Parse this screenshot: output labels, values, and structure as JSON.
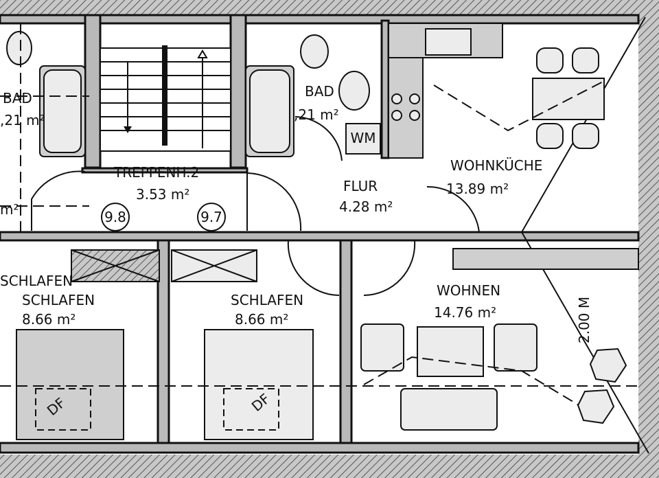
{
  "rooms": {
    "bad_left": {
      "name": "BAD",
      "area": ",21 m²"
    },
    "bad_right": {
      "name": "BAD",
      "area": ",21 m²"
    },
    "treppenhaus": {
      "name": "TREPPENH.2",
      "area": "3.53  m²"
    },
    "flur": {
      "name": "FLUR",
      "area": "4.28  m²"
    },
    "wohnkueche": {
      "name": "WOHNKÜCHE",
      "area": "13.89  m²"
    },
    "left_edge": {
      "area": "m²"
    },
    "schlafen_cut": {
      "name": "SCHLAFEN"
    },
    "schlafen_left": {
      "name": "SCHLAFEN",
      "area": "8.66  m²"
    },
    "schlafen_mid": {
      "name": "SCHLAFEN",
      "area": "8.66  m²"
    },
    "wohnen": {
      "name": "WOHNEN",
      "area": "14.76  m²"
    }
  },
  "markers": {
    "left": "9.8",
    "right": "9.7"
  },
  "fixtures": {
    "washing_machine": "WM",
    "skylight": "DF"
  },
  "dimension": "2.00 M"
}
